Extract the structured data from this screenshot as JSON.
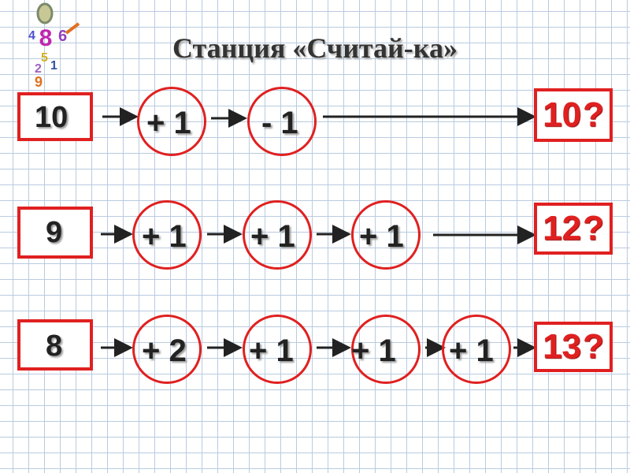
{
  "title": "Станция «Считай-ка»",
  "rows": [
    {
      "start": "10",
      "ops": [
        "+ 1",
        "- 1"
      ],
      "answer": "10",
      "placeholder": "?"
    },
    {
      "start": "9",
      "ops": [
        "+ 1",
        "+ 1",
        "+ 1"
      ],
      "answer": "12",
      "placeholder": "?"
    },
    {
      "start": "8",
      "ops": [
        "+ 2",
        "+ 1",
        "+ 1",
        "+ 1"
      ],
      "answer": "13",
      "placeholder": "?"
    }
  ],
  "colors": {
    "accent": "#e02020",
    "grid": "#b9cbe0"
  },
  "logo": {
    "icon": "numbers-character-logo"
  }
}
